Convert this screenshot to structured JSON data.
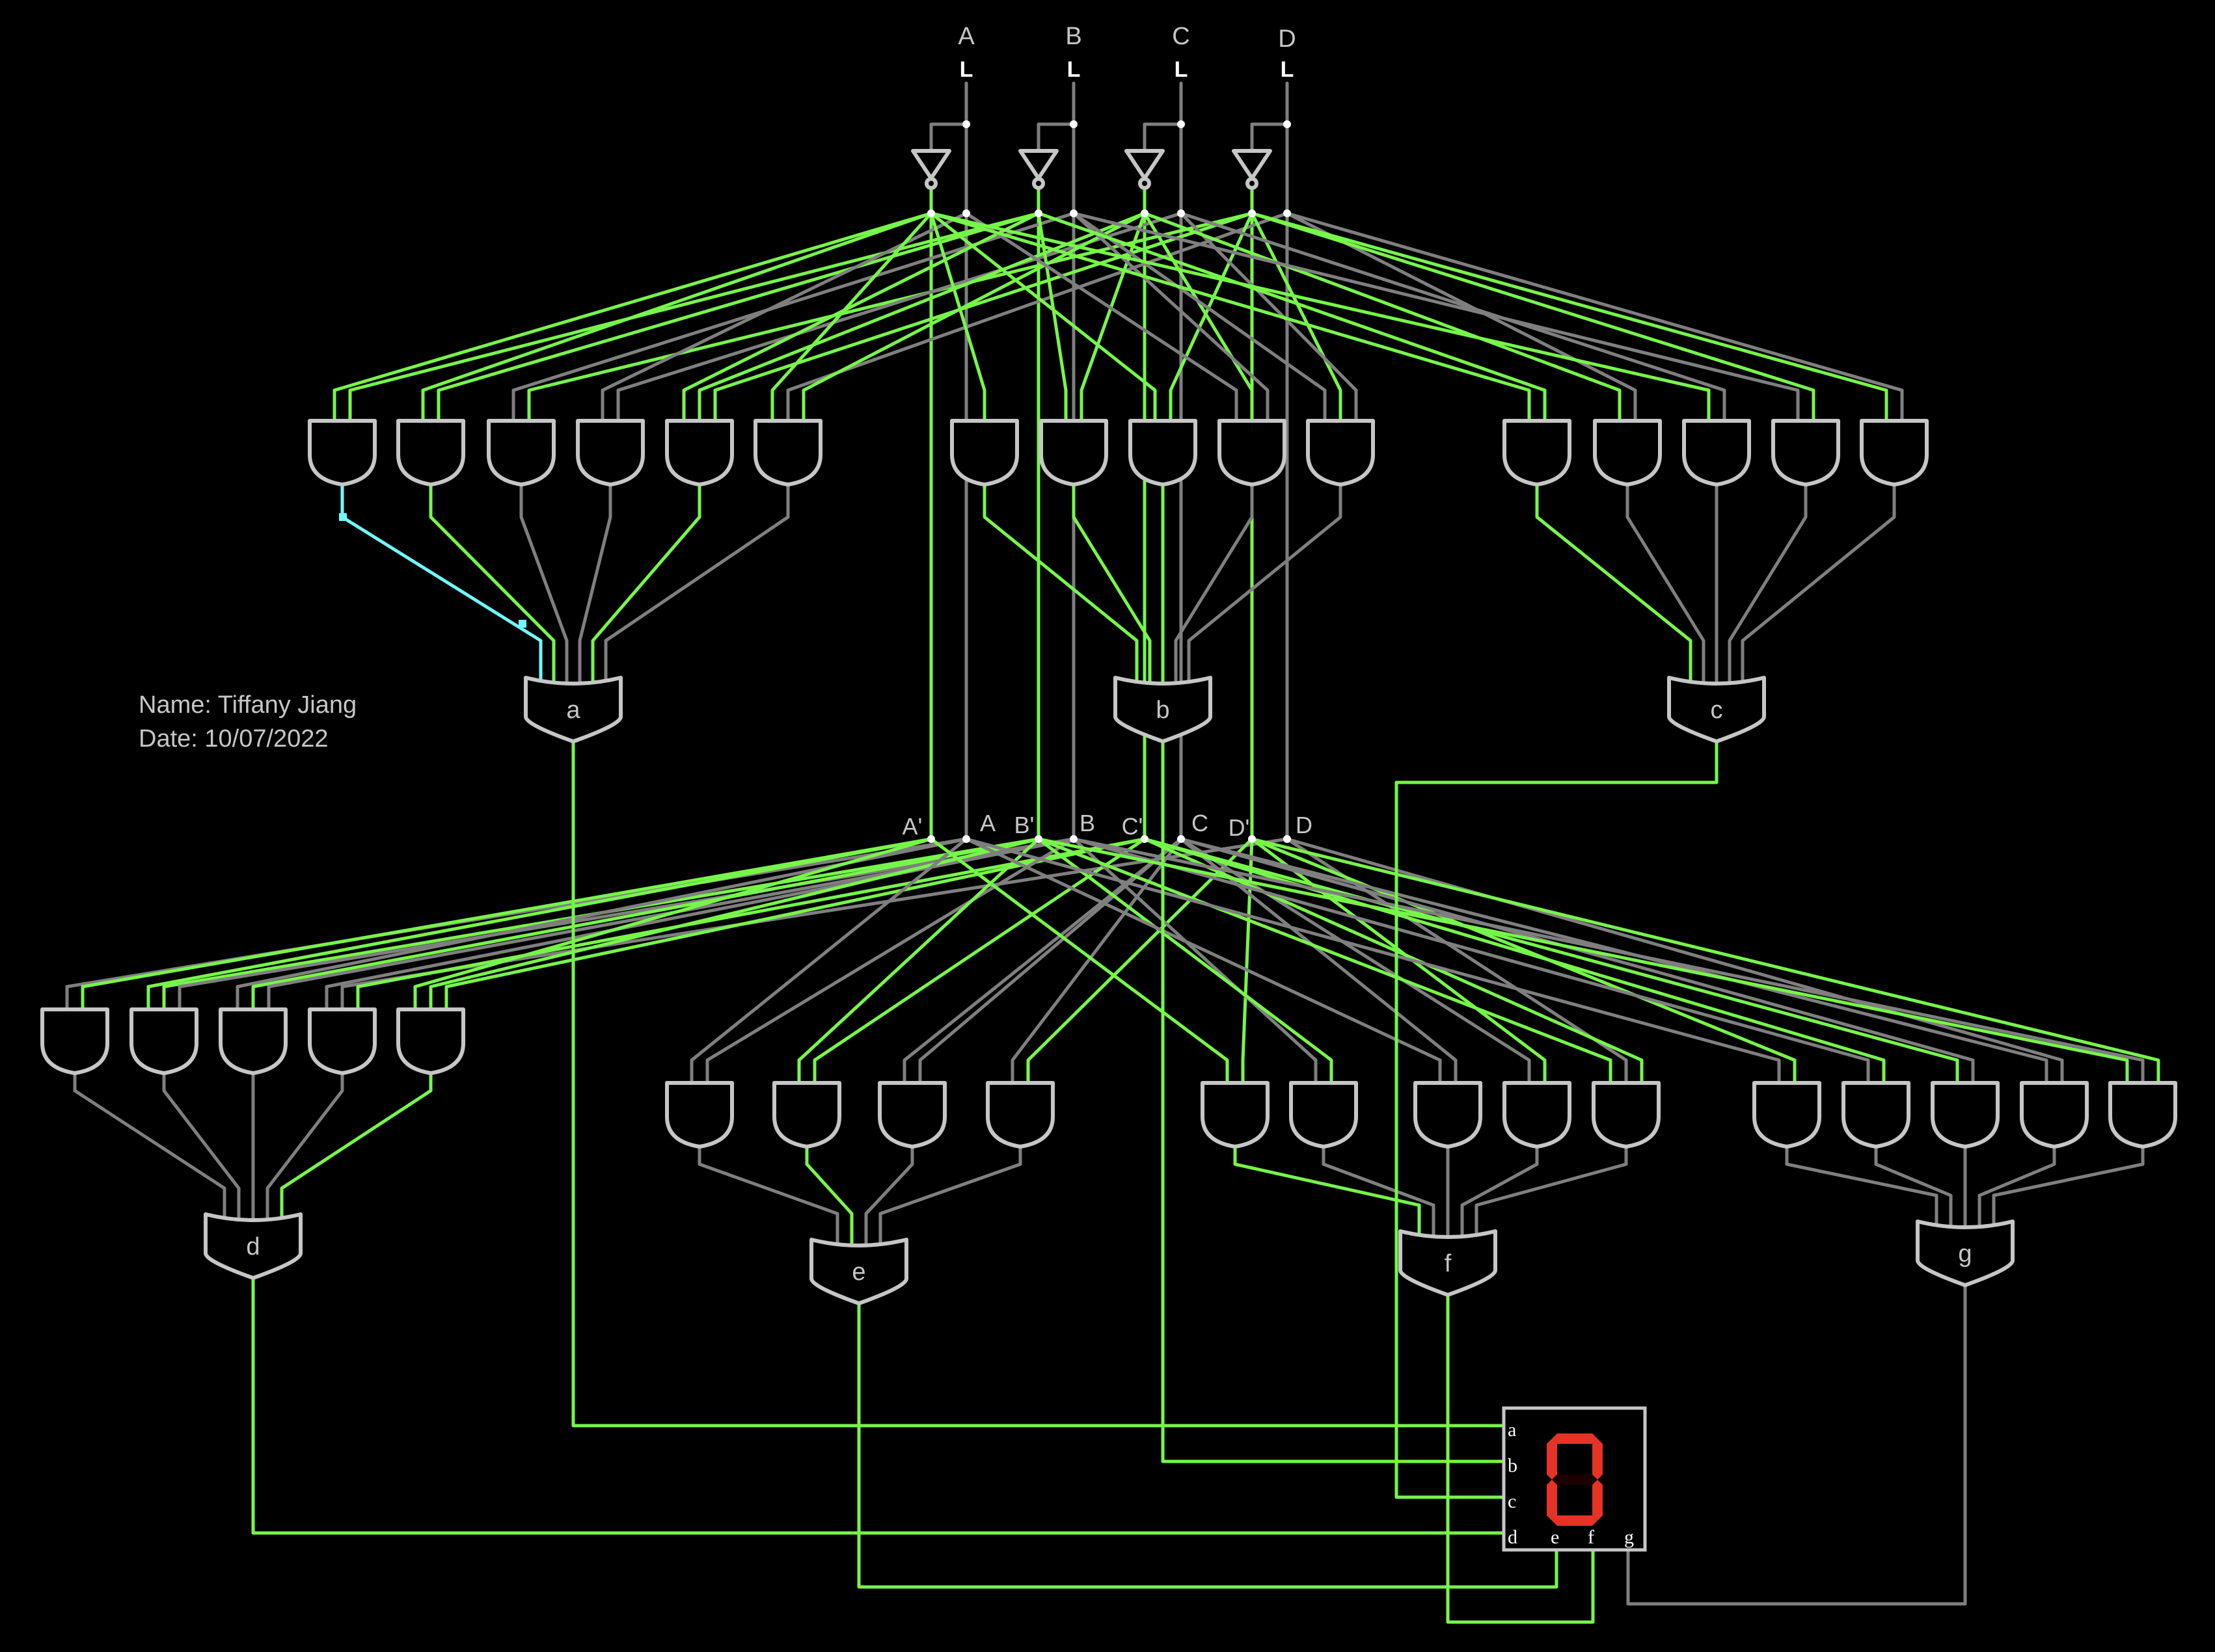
{
  "app": "Logic circuit simulator - 7 segment decoder",
  "colors": {
    "wire_high": "#77f64a",
    "wire_low": "#7f7f7f",
    "wire_selected": "#71f8ff",
    "gate_stroke": "#c6c6c6",
    "segment_on": "#e63325",
    "segment_off": "#1c0000",
    "background": "#000000"
  },
  "author_note": {
    "name_line": "Name: Tiffany Jiang",
    "date_line": "Date: 10/07/2022"
  },
  "inputs": [
    {
      "name": "A",
      "value": "L",
      "state": 0
    },
    {
      "name": "B",
      "value": "L",
      "state": 0
    },
    {
      "name": "C",
      "value": "L",
      "state": 0
    },
    {
      "name": "D",
      "value": "L",
      "state": 0
    }
  ],
  "bus_labels": [
    "A'",
    "A",
    "B'",
    "B",
    "C'",
    "C",
    "D'",
    "D"
  ],
  "or_gates": [
    {
      "label": "a",
      "and_count": 6,
      "output": 1
    },
    {
      "label": "b",
      "and_count": 5,
      "output": 1
    },
    {
      "label": "c",
      "and_count": 5,
      "output": 1
    },
    {
      "label": "d",
      "and_count": 5,
      "output": 1
    },
    {
      "label": "e",
      "and_count": 4,
      "output": 1
    },
    {
      "label": "f",
      "and_count": 5,
      "output": 1
    },
    {
      "label": "g",
      "and_count": 5,
      "output": 0
    }
  ],
  "display": {
    "pins": [
      "a",
      "b",
      "c",
      "d",
      "e",
      "f",
      "g"
    ],
    "shown_digit": "0",
    "segments_on": {
      "a": true,
      "b": true,
      "c": true,
      "d": true,
      "e": true,
      "f": true,
      "g": false
    }
  }
}
